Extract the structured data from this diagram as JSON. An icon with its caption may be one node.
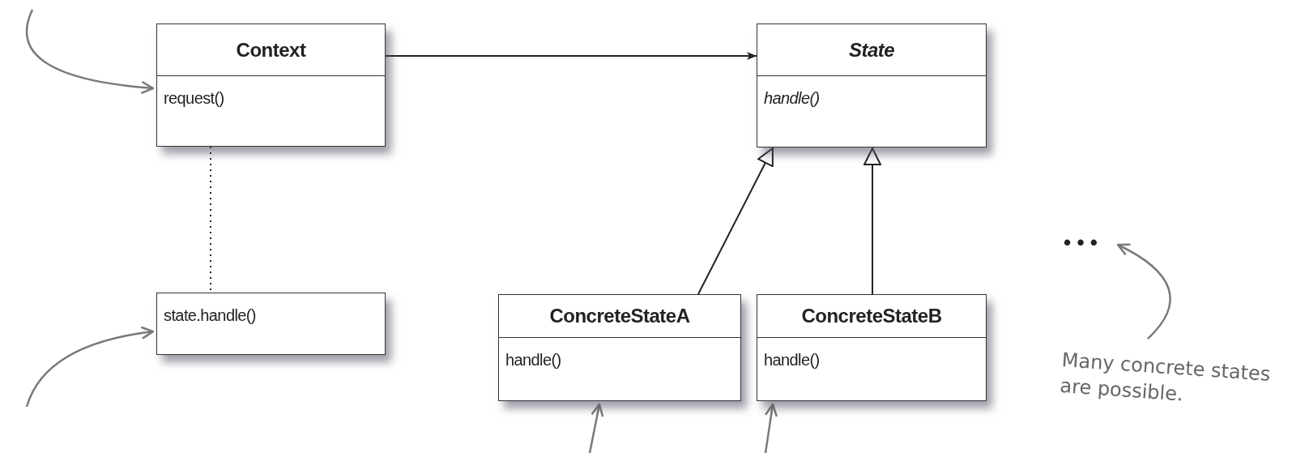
{
  "diagram": {
    "nodes": [
      {
        "text": [
          "Context",
          "request()"
        ]
      },
      {
        "text": [
          "state.handle()"
        ]
      },
      {
        "text": [
          "State",
          "handle()"
        ]
      },
      {
        "text": [
          "ConcreteStateA",
          "handle()"
        ]
      },
      {
        "text": [
          "ConcreteStateB",
          "handle()"
        ]
      },
      {
        "text": [
          "• • •"
        ]
      },
      {
        "text": [
          "Many concrete states are possible."
        ]
      }
    ],
    "edges": [
      {
        "from": 0,
        "to": 2,
        "arrow": "to"
      },
      {
        "from": 0,
        "to": 1,
        "arrow": "none",
        "style": "dashed"
      },
      {
        "from": 3,
        "to": 2,
        "arrow": "to"
      },
      {
        "from": 4,
        "to": 2,
        "arrow": "to"
      },
      {
        "from": null,
        "to": 0,
        "arrow": "to",
        "color": "#7a7a7a"
      },
      {
        "from": null,
        "to": 1,
        "arrow": "to",
        "color": "#7a7a7a"
      },
      {
        "from": 6,
        "to": 5,
        "arrow": "to",
        "color": "#7a7a7a"
      },
      {
        "from": null,
        "to": 3,
        "arrow": "to",
        "color": "#7a7a7a"
      },
      {
        "from": null,
        "to": 4,
        "arrow": "to",
        "color": "#7a7a7a"
      }
    ]
  }
}
